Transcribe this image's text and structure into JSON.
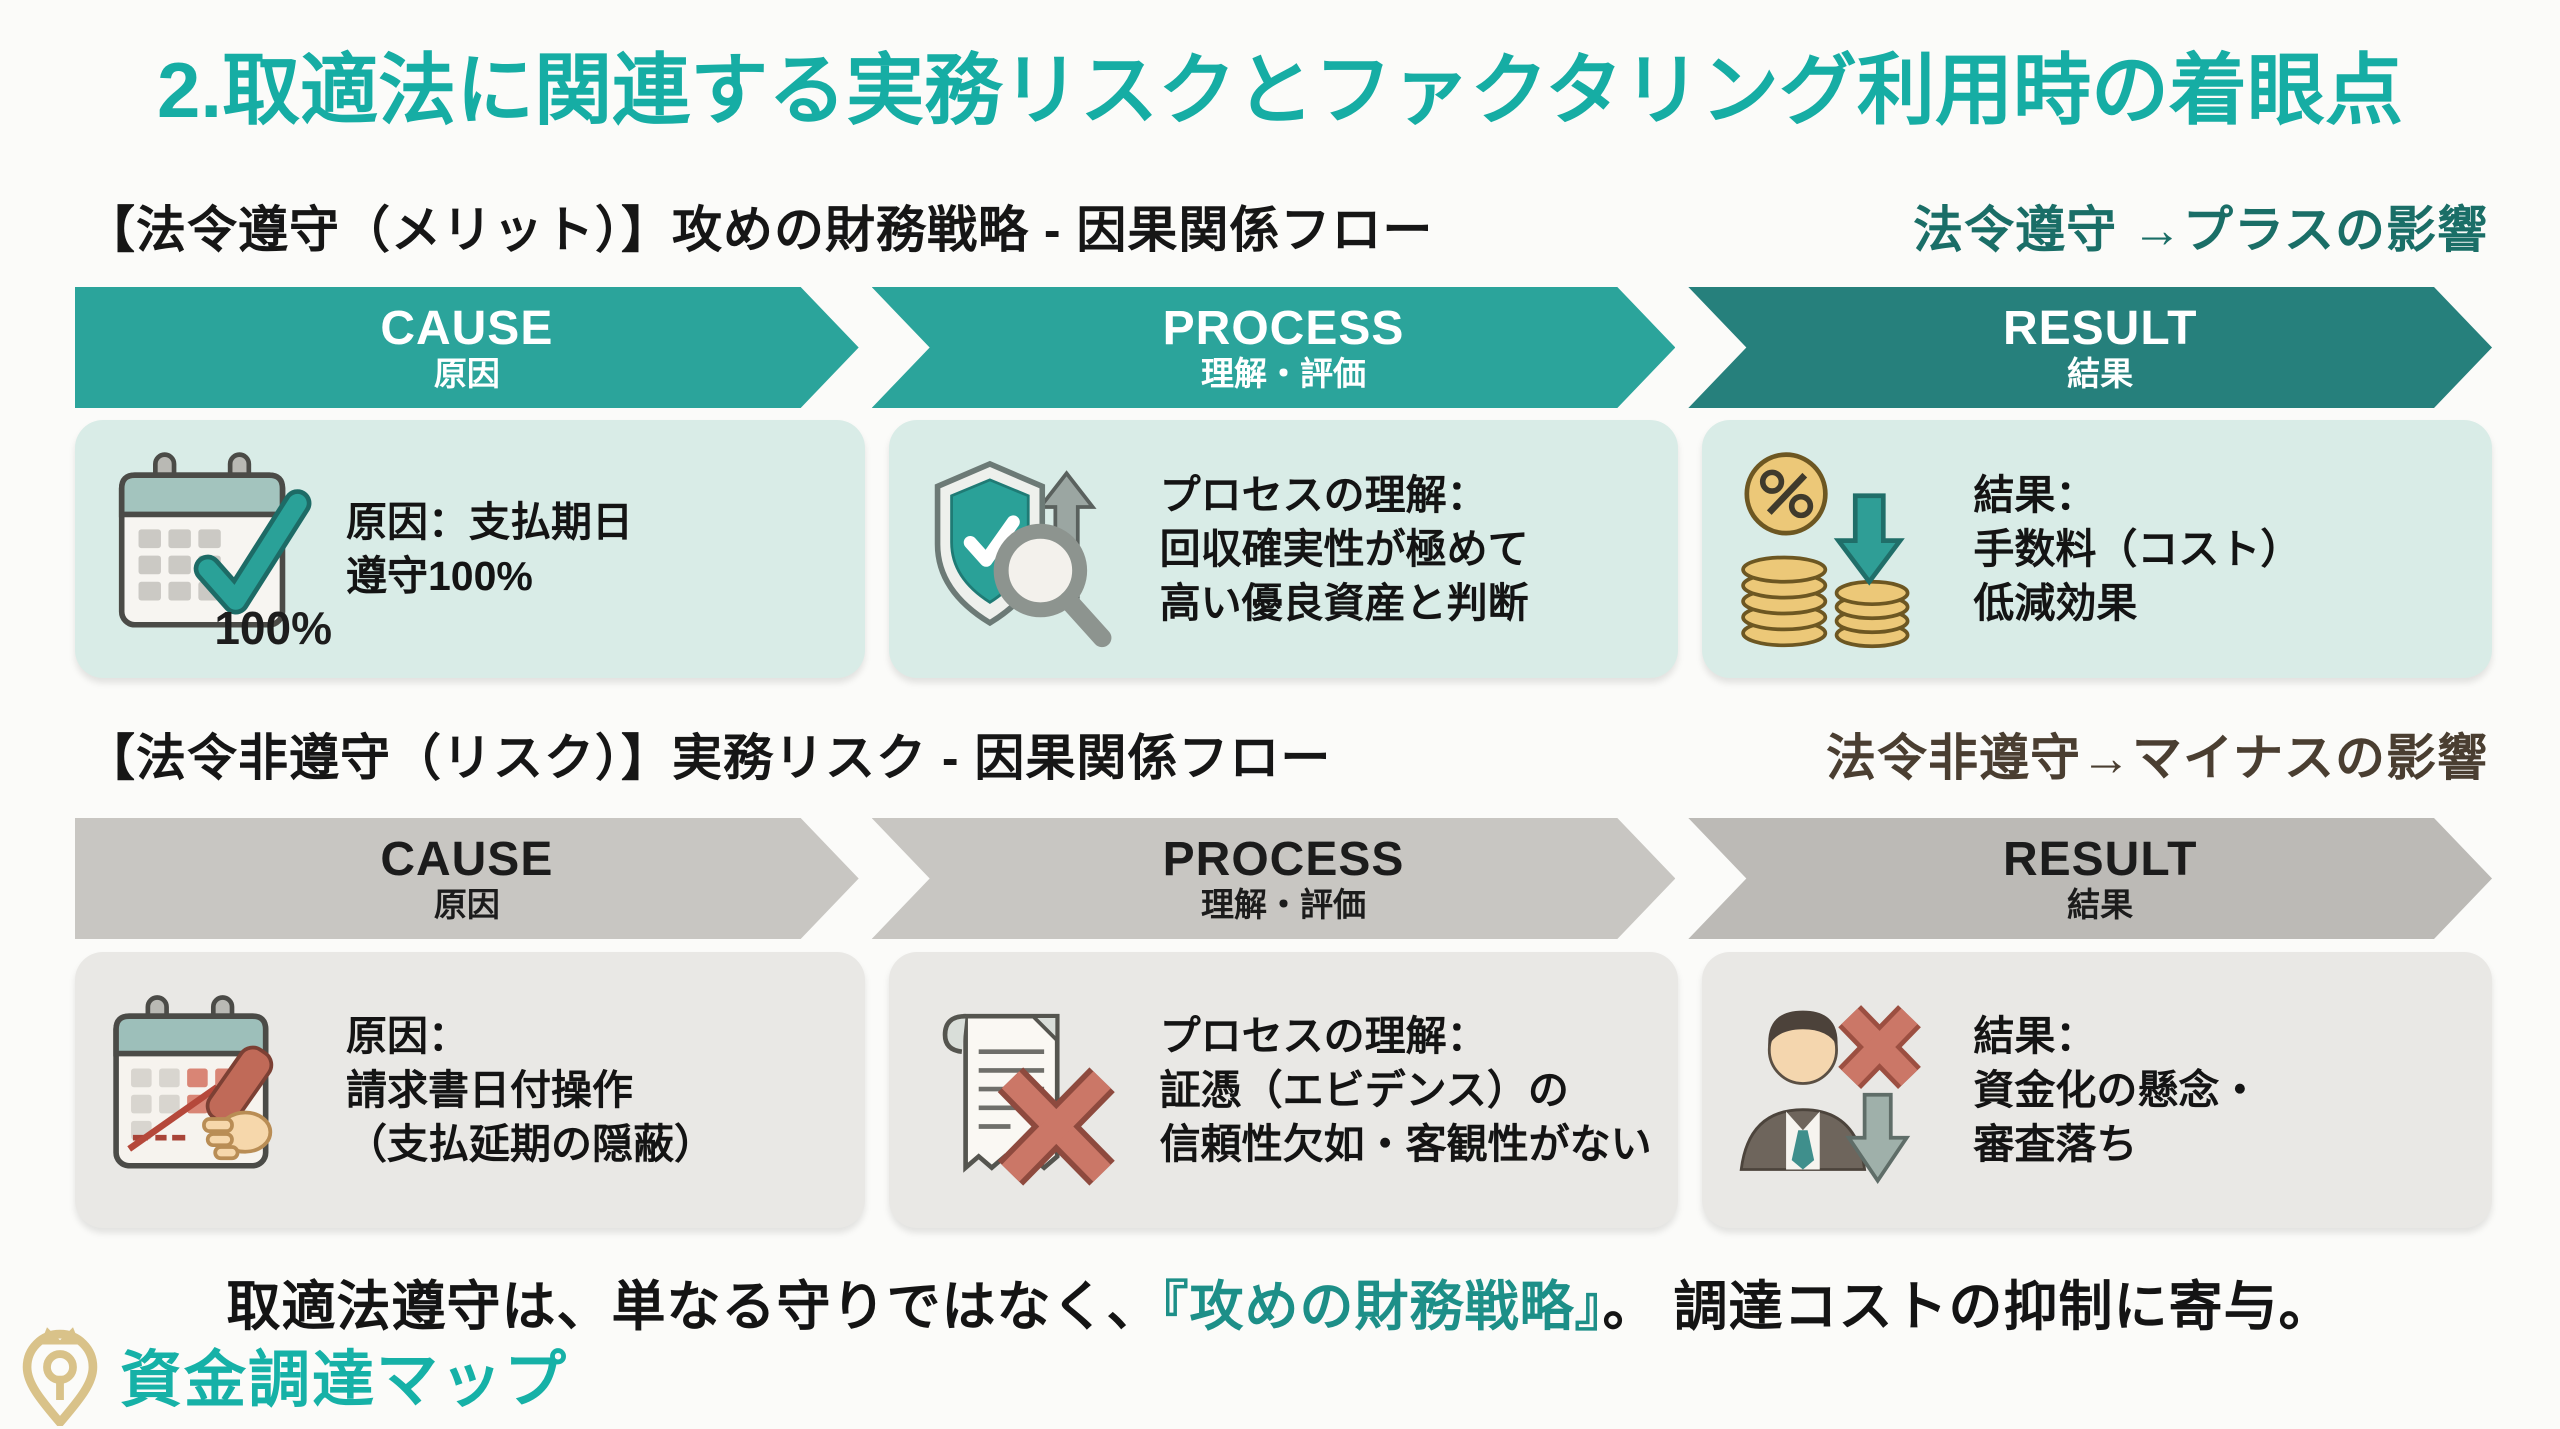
{
  "page": {
    "title": "2.取適法に関連する実務リスクとファクタリング利用時の着眼点"
  },
  "colors": {
    "accent_teal": "#16ada4",
    "band_teal": "#2ba49b",
    "band_teal_dark": "#26807c",
    "band_gray": "#c8c6c2",
    "band_gray_dark": "#bcbab6",
    "row_mint_bg": "#d9ece7",
    "row_gray_bg": "#e9e8e5",
    "impact_positive": "#1a6e67",
    "impact_negative": "#4a3e31",
    "alert_red": "#c97263",
    "coin_gold": "#ecc878",
    "logo_gold": "#d9c289"
  },
  "sections": [
    {
      "heading": "【法令遵守（メリット）】攻めの財務戦略 - 因果関係フロー",
      "impact_label": "法令遵守 →プラスの影響",
      "steps": [
        {
          "stage_en": "CAUSE",
          "stage_ja": "原因",
          "icon": "calendar-check-icon",
          "icon_caption": "100%",
          "lines": [
            "原因：支払期日",
            "遵守100%"
          ]
        },
        {
          "stage_en": "PROCESS",
          "stage_ja": "理解・評価",
          "icon": "shield-verify-icon",
          "lines": [
            "プロセスの理解：",
            "回収確実性が極めて",
            "高い優良資産と判断"
          ]
        },
        {
          "stage_en": "RESULT",
          "stage_ja": "結果",
          "icon": "cost-down-icon",
          "lines": [
            "結果：",
            "手数料（コスト）",
            "低減効果"
          ]
        }
      ]
    },
    {
      "heading": "【法令非遵守（リスク）】実務リスク - 因果関係フロー",
      "impact_label": "法令非遵守→マイナスの影響",
      "steps": [
        {
          "stage_en": "CAUSE",
          "stage_ja": "原因",
          "icon": "calendar-tamper-icon",
          "lines": [
            "原因：",
            "請求書日付操作",
            "（支払延期の隠蔽）"
          ]
        },
        {
          "stage_en": "PROCESS",
          "stage_ja": "理解・評価",
          "icon": "document-rejected-icon",
          "lines": [
            "プロセスの理解：",
            "証憑（エビデンス）の",
            "信頼性欠如・客観性がない"
          ]
        },
        {
          "stage_en": "RESULT",
          "stage_ja": "結果",
          "icon": "applicant-rejected-icon",
          "lines": [
            "結果：",
            "資金化の懸念・",
            "審査落ち"
          ]
        }
      ]
    }
  ],
  "summary": {
    "prefix": "取適法遵守は、単なる守りではなく、",
    "highlight": "『攻めの財務戦略』",
    "suffix": "。 調達コストの抑制に寄与。"
  },
  "logo": {
    "text": "資金調達マップ"
  }
}
